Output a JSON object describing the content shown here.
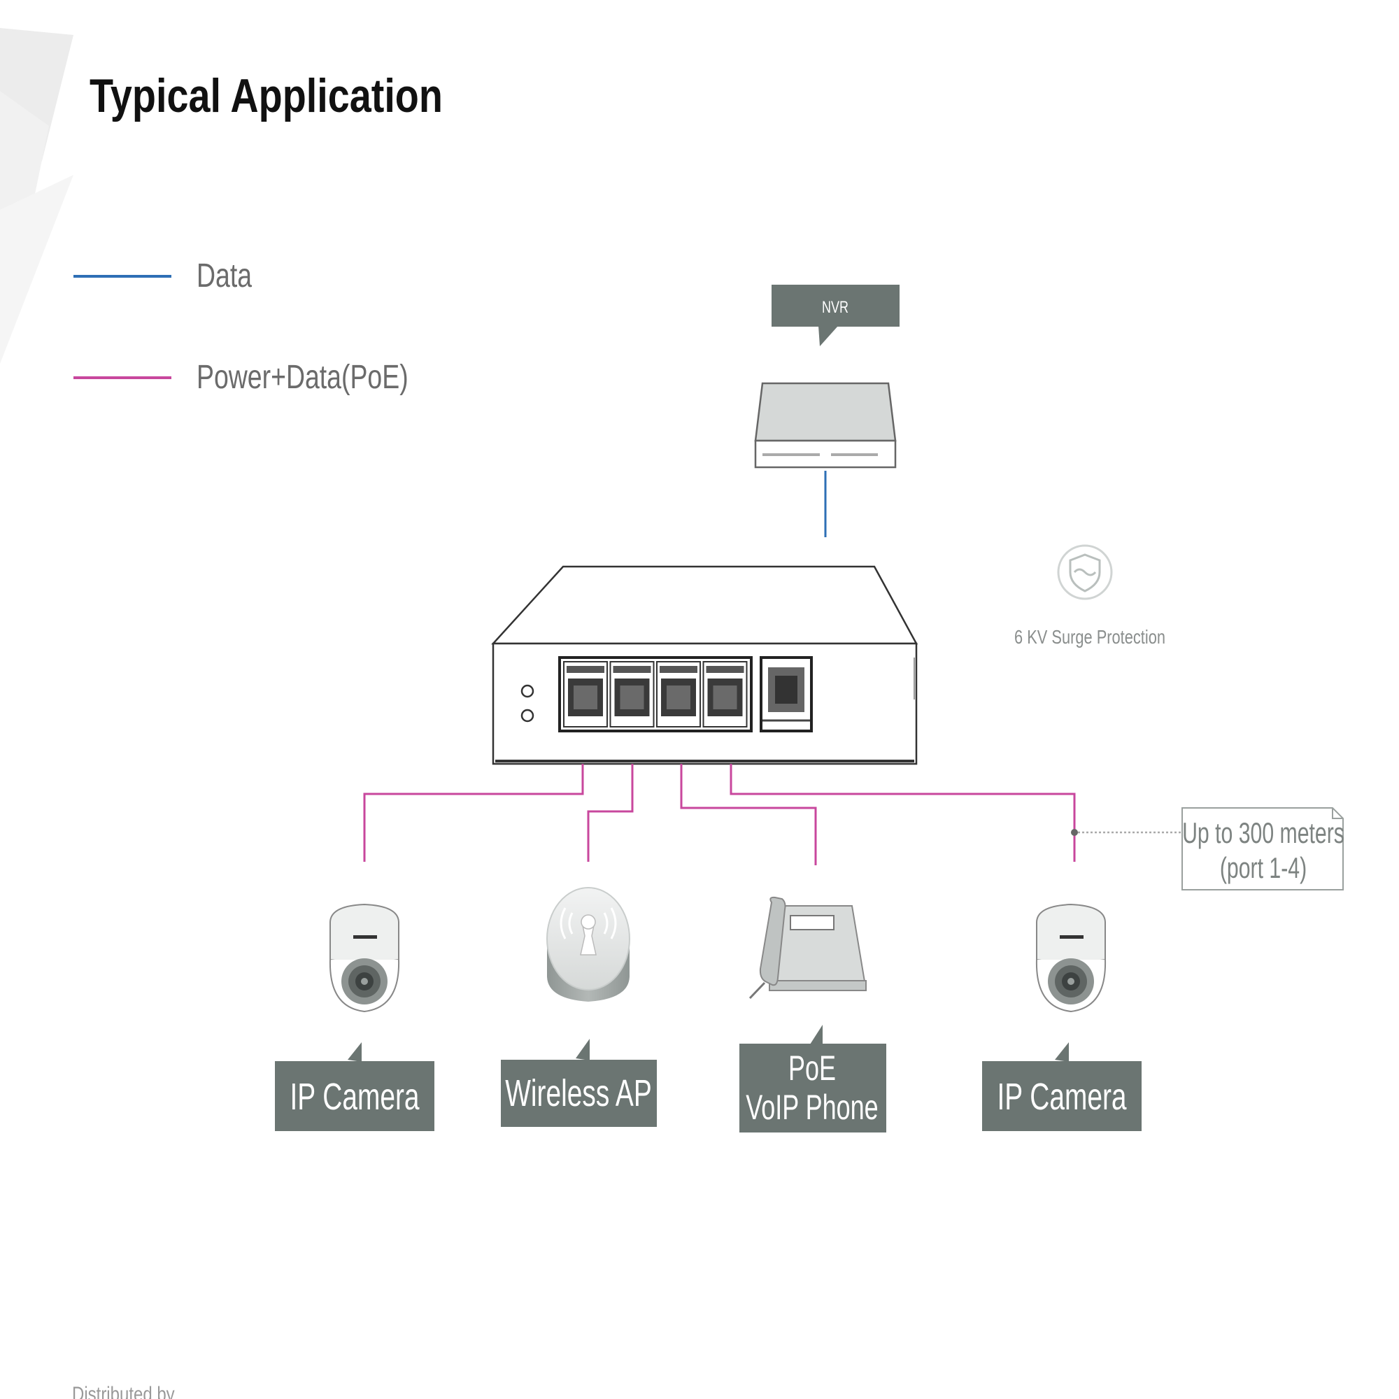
{
  "title": "Typical Application",
  "legend": [
    {
      "label": "Data",
      "color": "#2e6fb5"
    },
    {
      "label": "Power+Data(PoE)",
      "color": "#c8479d"
    }
  ],
  "nvr": {
    "label": "NVR"
  },
  "surge": {
    "label": "6 KV Surge Protection",
    "icon": "shield-icon"
  },
  "distance_note": {
    "line1": "Up to 300 meters",
    "line2": "(port 1-4)"
  },
  "devices": [
    {
      "label_lines": [
        "IP Camera"
      ],
      "icon": "dome-camera-icon"
    },
    {
      "label_lines": [
        "Wireless AP"
      ],
      "icon": "wireless-ap-icon"
    },
    {
      "label_lines": [
        "PoE",
        "VoIP Phone"
      ],
      "icon": "voip-phone-icon"
    },
    {
      "label_lines": [
        "IP Camera"
      ],
      "icon": "dome-camera-icon"
    }
  ],
  "footer": {
    "text": "Distributed by"
  },
  "colors": {
    "label_box": "#6b7572",
    "data_line": "#2e6fb5",
    "poe_line": "#c8479d"
  }
}
